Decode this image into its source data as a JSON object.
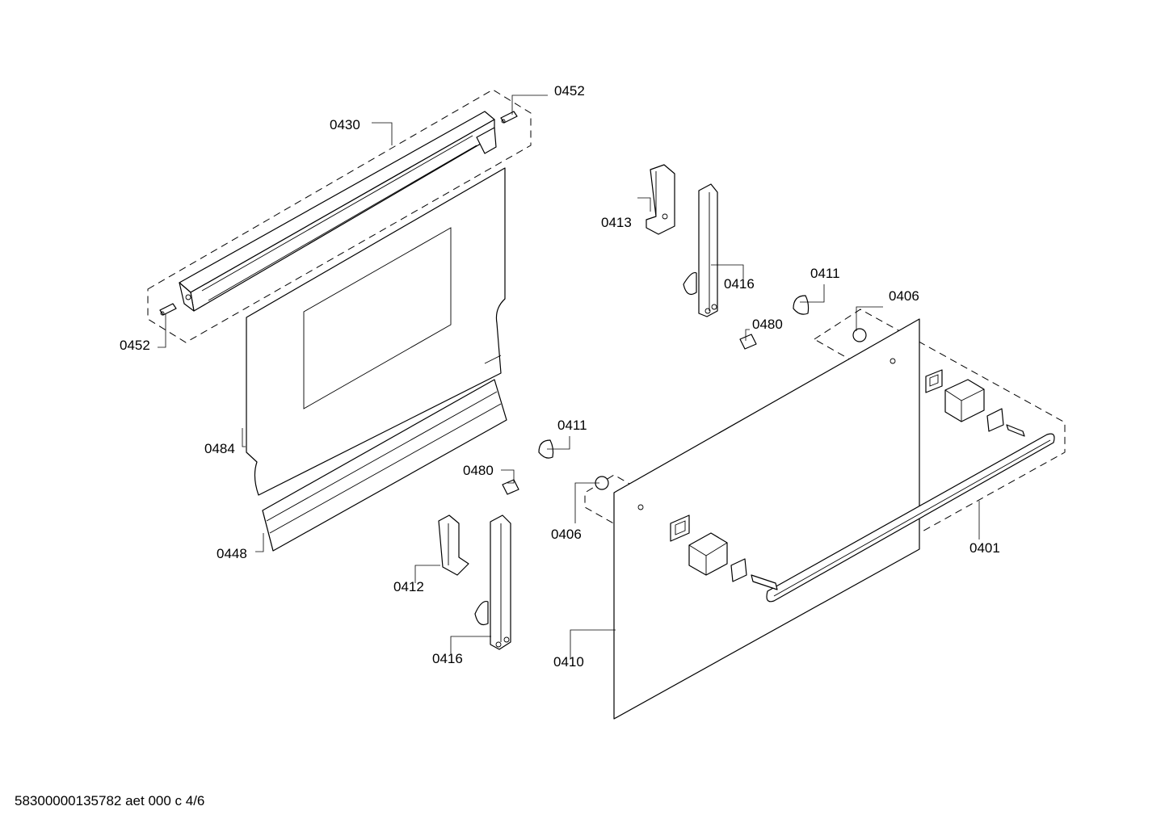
{
  "labels": {
    "l0452a": "0452",
    "l0430": "0430",
    "l0452b": "0452",
    "l0484": "0484",
    "l0448": "0448",
    "l0413": "0413",
    "l0416a": "0416",
    "l0411a": "0411",
    "l0406a": "0406",
    "l0480a": "0480",
    "l0411b": "0411",
    "l0480b": "0480",
    "l0406b": "0406",
    "l0401": "0401",
    "l0412": "0412",
    "l0416b": "0416",
    "l0410": "0410"
  },
  "footer": {
    "doc_ref": "58300000135782 aet 000 c 4/6"
  }
}
